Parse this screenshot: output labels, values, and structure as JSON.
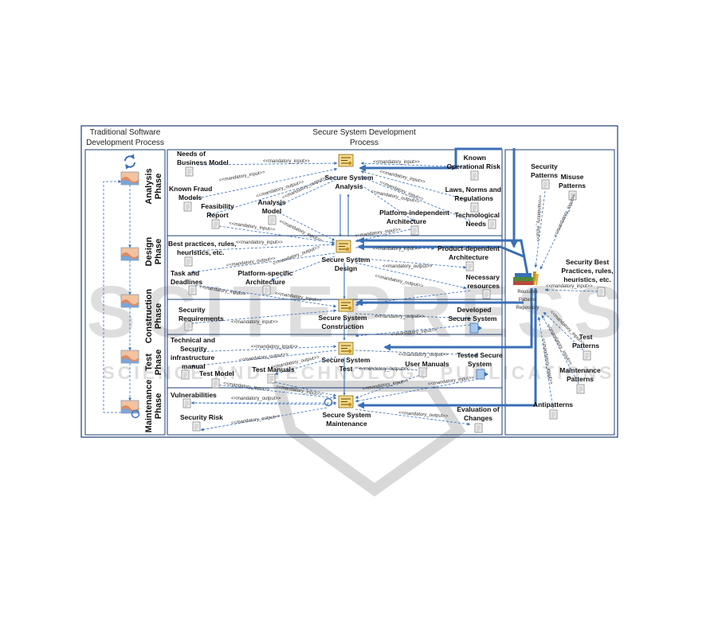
{
  "headers": {
    "traditional": [
      "Traditional Software",
      "Development Process"
    ],
    "secure": [
      "Secure System Development",
      "Process"
    ]
  },
  "phases": [
    {
      "lines": [
        "Analysis",
        "Phase"
      ]
    },
    {
      "lines": [
        "Design",
        "Phase"
      ]
    },
    {
      "lines": [
        "Construction",
        "Phase"
      ]
    },
    {
      "lines": [
        "Test",
        "Phase"
      ]
    },
    {
      "lines": [
        "Maintenance",
        "Phase"
      ]
    }
  ],
  "activities": [
    {
      "lines": [
        "Secure System",
        "Analysis"
      ]
    },
    {
      "lines": [
        "Secure System",
        "Design"
      ]
    },
    {
      "lines": [
        "Secure System",
        "Construction"
      ]
    },
    {
      "lines": [
        "Secure System",
        "Test"
      ]
    },
    {
      "lines": [
        "Secure System",
        "Maintenance"
      ]
    }
  ],
  "artifacts": {
    "needs_business_model": [
      "Needs of",
      "Business Model"
    ],
    "known_operational_risk": [
      "Known",
      "Operational Risk"
    ],
    "known_fraud_models": [
      "Known Fraud",
      "Models"
    ],
    "feasibility_report": [
      "Feasibility",
      "Report"
    ],
    "analysis_model": [
      "Analysis",
      "Model"
    ],
    "laws_norms": [
      "Laws, Norms and",
      "Regulations"
    ],
    "technological_needs": [
      "Technological",
      "Needs"
    ],
    "platform_independent": [
      "Platform-independent",
      "Architecture"
    ],
    "best_practices": [
      "Best practices, rules,",
      "heuristics, etc."
    ],
    "product_dependent": [
      "Product-dependent",
      "Architecture"
    ],
    "task_deadlines": [
      "Task and",
      "Deadlines"
    ],
    "platform_specific": [
      "Platform-specific",
      "Architecture"
    ],
    "necessary_resources": [
      "Necessary",
      "resources"
    ],
    "security_requirements": [
      "Security",
      "Requirements"
    ],
    "developed_secure_system": [
      "Developed",
      "Secure System"
    ],
    "technical_manual": [
      "Technical and",
      "Security",
      "infrastructure",
      "manual"
    ],
    "test_model": [
      "Test Model"
    ],
    "test_manuals": [
      "Test Manuals"
    ],
    "user_manuals": [
      "User Manuals"
    ],
    "tested_secure_system": [
      "Tested Secure",
      "System"
    ],
    "vulnerabilities": [
      "Vulnerabilities"
    ],
    "security_risk": [
      "Security Risk"
    ],
    "evaluation_changes": [
      "Evaluation of",
      "Changes"
    ]
  },
  "repository": {
    "title": [
      "Reusable",
      "Patterns",
      "Repository"
    ],
    "patterns": {
      "security_patterns": [
        "Security",
        "Patterns"
      ],
      "misuse_patterns": [
        "Misuse",
        "Patterns"
      ],
      "security_best": [
        "Security Best",
        "Practices, rules,",
        "heuristics, etc."
      ],
      "test_patterns": [
        "Test",
        "Patterns"
      ],
      "maintenance_patterns": [
        "Maintenance",
        "Patterns"
      ],
      "antipatterns": [
        "Antipatterns"
      ]
    }
  },
  "arrow_labels": {
    "input": "<<mandatory_input>>",
    "output": "<<mandatory_output>>"
  },
  "watermark": {
    "main": "SCITEPRESS",
    "sub": "SCIENCE AND TECHNOLOGY PUBLICATIONS"
  },
  "colors": {
    "arrow": "#3a6fb5",
    "border": "#1e3f73",
    "watermark": "#d8d8d8"
  }
}
